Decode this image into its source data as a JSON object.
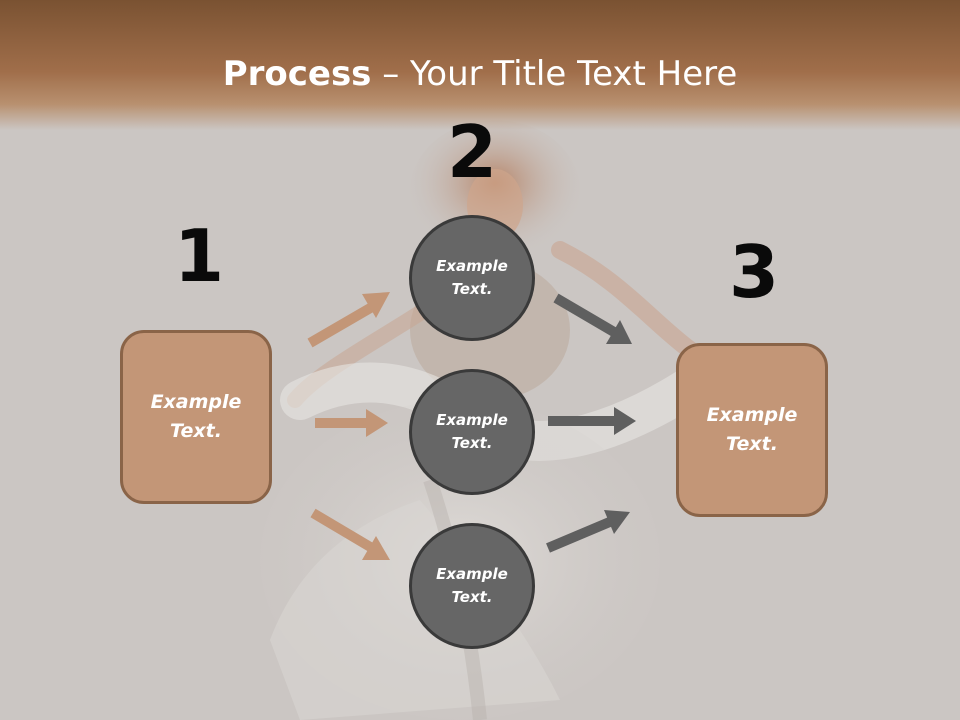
{
  "slide": {
    "title_bold": "Process",
    "title_rest": " – Your Title Text Here"
  },
  "steps": [
    {
      "number": "1",
      "label": "Example Text."
    },
    {
      "number": "2",
      "items": [
        "Example Text.",
        "Example Text.",
        "Example Text."
      ]
    },
    {
      "number": "3",
      "label": "Example Text."
    }
  ],
  "colors": {
    "header": "#a06e4a",
    "box_fill": "#c39677",
    "box_border": "#8a6448",
    "circle_fill": "#666666",
    "circle_border": "#3a3a3a",
    "arrow_tan": "#c39677",
    "arrow_gray": "#5f5f5f"
  }
}
